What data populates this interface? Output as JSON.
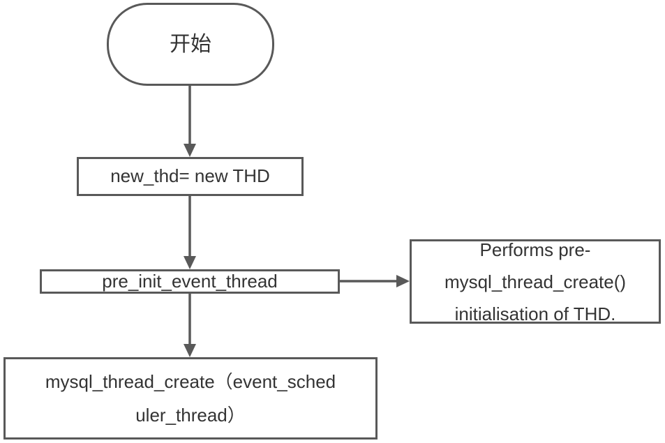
{
  "diagram": {
    "background_color": "#ffffff",
    "stroke_color": "#595959",
    "text_color": "#333333",
    "nodes": {
      "start": {
        "type": "terminator",
        "label": "开始"
      },
      "new_thd": {
        "type": "process",
        "label": "new_thd= new THD"
      },
      "pre_init": {
        "type": "process",
        "label": "pre_init_event_thread"
      },
      "performs_note": {
        "type": "process",
        "lines": [
          "Performs pre-",
          "mysql_thread_create()",
          "initialisation of THD."
        ]
      },
      "mysql_create": {
        "type": "process",
        "lines": [
          "mysql_thread_create（event_sched",
          "uler_thread）"
        ]
      }
    },
    "edges": [
      {
        "from": "start",
        "to": "new_thd",
        "direction": "down"
      },
      {
        "from": "new_thd",
        "to": "pre_init",
        "direction": "down"
      },
      {
        "from": "pre_init",
        "to": "performs_note",
        "direction": "right"
      },
      {
        "from": "pre_init",
        "to": "mysql_create",
        "direction": "down"
      }
    ]
  }
}
